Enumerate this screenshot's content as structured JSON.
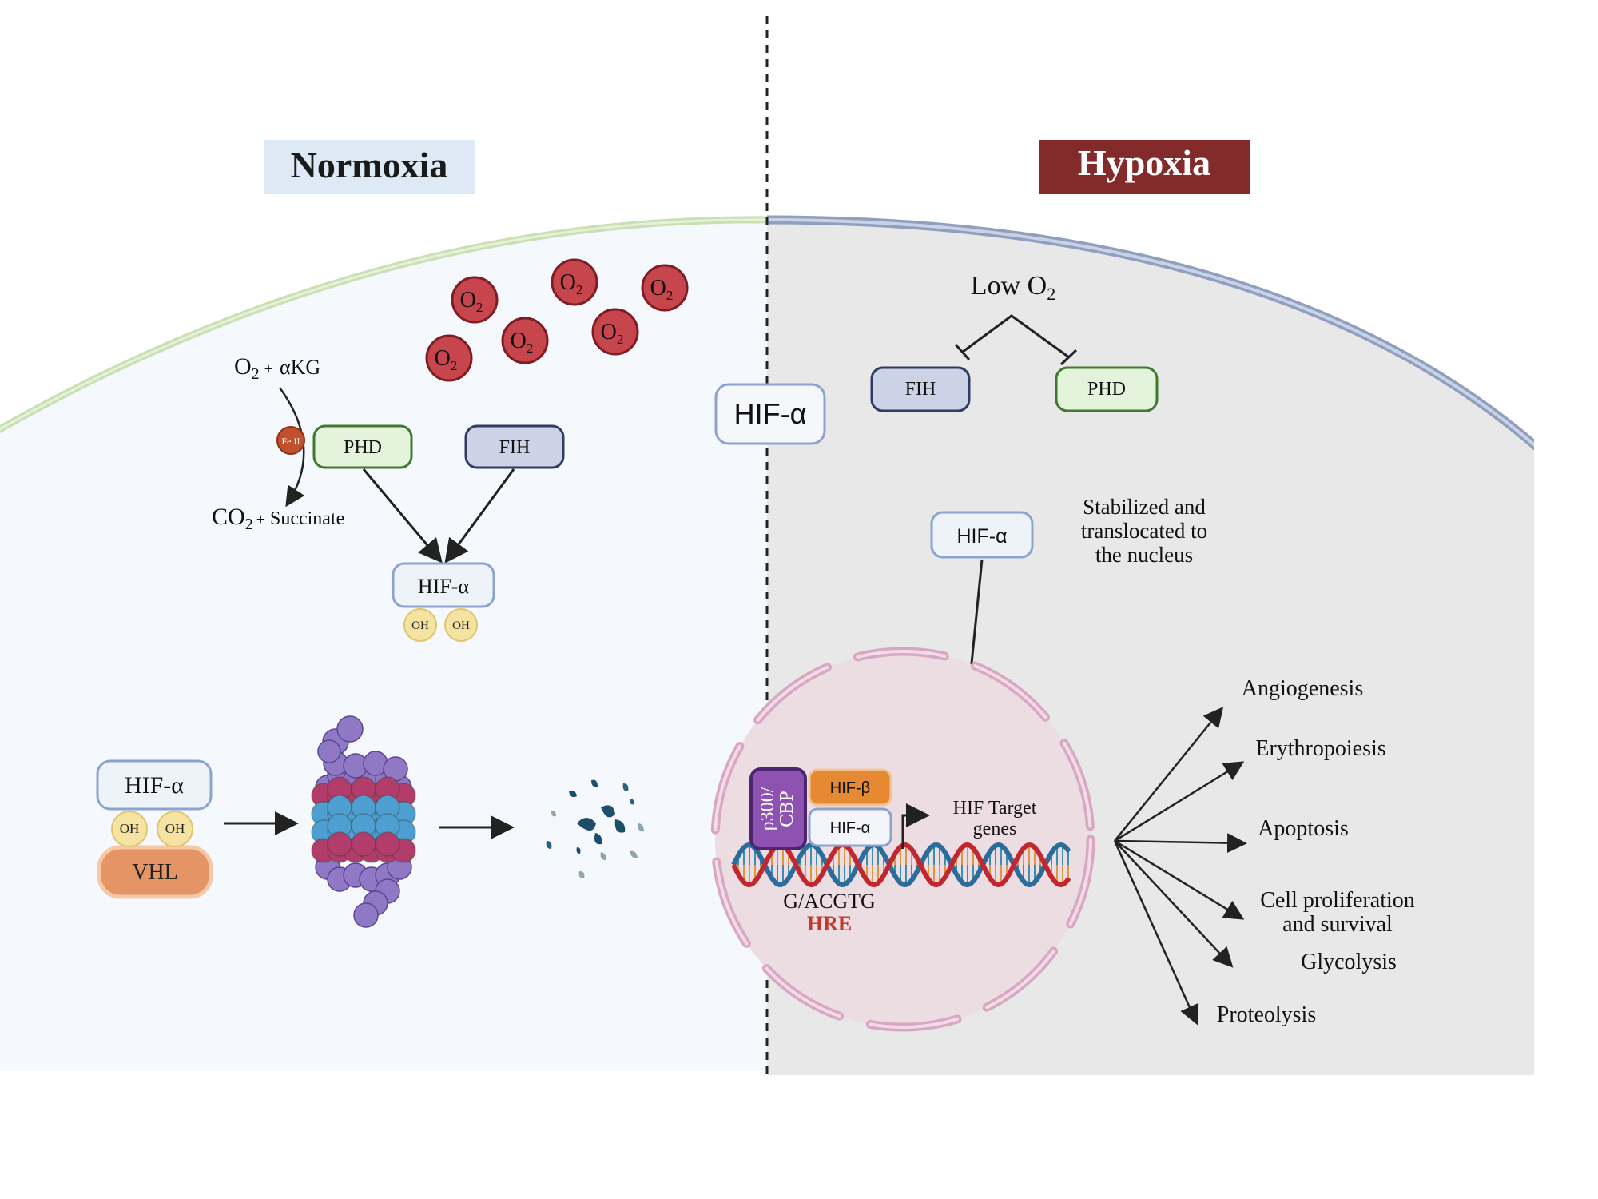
{
  "titles": {
    "normoxia": "Normoxia",
    "hypoxia": "Hypoxia"
  },
  "oxygen": {
    "o2_symbol": "O",
    "o2_subscript": "2"
  },
  "normoxia": {
    "reaction_top": "O",
    "reaction_top_sub": "2",
    "reaction_top_plus": "+",
    "reaction_top_akg": "αKG",
    "cofactor": "Fe II",
    "reaction_bottom": "CO",
    "reaction_bottom_sub": "2",
    "reaction_bottom_plus": "+",
    "reaction_bottom_succinate": "Succinate",
    "phd": "PHD",
    "fih": "FIH",
    "hif_alpha": "HIF-α",
    "oh": "OH",
    "hif_alpha_vhl": "HIF-α",
    "vhl": "VHL"
  },
  "center": {
    "hif_alpha": "HIF-α"
  },
  "hypoxia": {
    "low_o2": "Low O",
    "low_o2_sub": "2",
    "fih": "FIH",
    "phd": "PHD",
    "hif_alpha": "HIF-α",
    "stabilized": [
      "Stabilized and",
      "translocated to",
      "the nucleus"
    ],
    "p300": [
      "p300/",
      "CBP"
    ],
    "hif_beta": "HIF-β",
    "hif_alpha_complex": "HIF-α",
    "target": [
      "HIF Target",
      "genes"
    ],
    "hre_seq": "G/ACGTG",
    "hre": "HRE",
    "outcomes": [
      "Angiogenesis",
      "Erythropoiesis",
      "Apoptosis",
      "Cell proliferation",
      "and survival",
      "Glycolysis",
      "Proteolysis"
    ]
  },
  "colors": {
    "normoxia_bg": "#f5f8fc",
    "hypoxia_bg": "#e8e8e8",
    "normoxia_title_bg": "#ddeaf6",
    "hypoxia_title_bg": "#832b2b",
    "o2_red": "#c7454c",
    "phd_green": "#e3f3dc",
    "fih_blue": "#cdd3e6",
    "hif_box": "#eef3fa",
    "vhl_orange": "#e59565",
    "oh_yellow": "#f5e3a1",
    "nucleus": "#ecdde3",
    "p300_purple": "#8e52b3",
    "hif_beta_orange": "#e58a33",
    "hre_red": "#c0392b"
  }
}
